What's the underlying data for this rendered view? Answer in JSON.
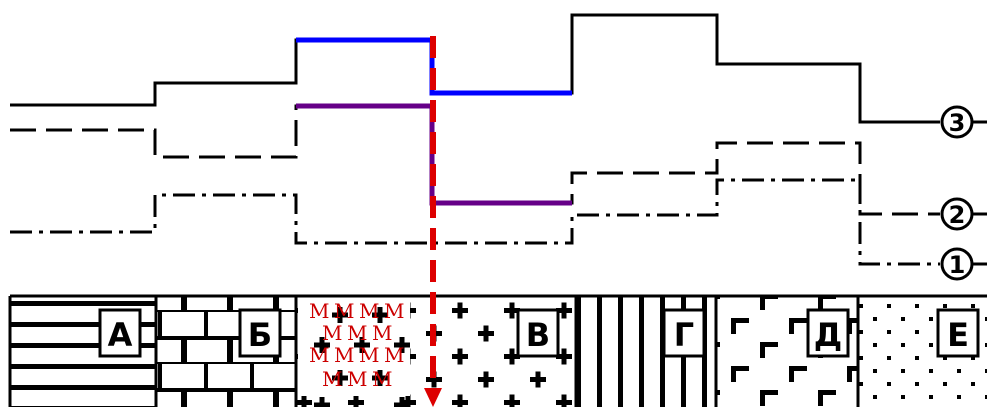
{
  "profile_lines": [
    {
      "id": "3",
      "label": "3",
      "style": "solid",
      "color": "#000000"
    },
    {
      "id": "2",
      "label": "2",
      "style": "dashed",
      "color": "#000000"
    },
    {
      "id": "1",
      "label": "1",
      "style": "dash-dot",
      "color": "#000000"
    }
  ],
  "rock_units": [
    {
      "id": "A",
      "label": "А",
      "pattern": "horizontal-lines"
    },
    {
      "id": "B",
      "label": "Б",
      "pattern": "brick"
    },
    {
      "id": "V",
      "label": "В",
      "pattern": "crosses",
      "overlay_glyph": "М"
    },
    {
      "id": "G",
      "label": "Г",
      "pattern": "vertical-lines"
    },
    {
      "id": "D",
      "label": "Д",
      "pattern": "corner-marks"
    },
    {
      "id": "E",
      "label": "Е",
      "pattern": "dots"
    }
  ],
  "highlight": {
    "arrow_color": "#dd0000",
    "blue_step_color": "#0000ff",
    "purple_step_color": "#660088"
  }
}
